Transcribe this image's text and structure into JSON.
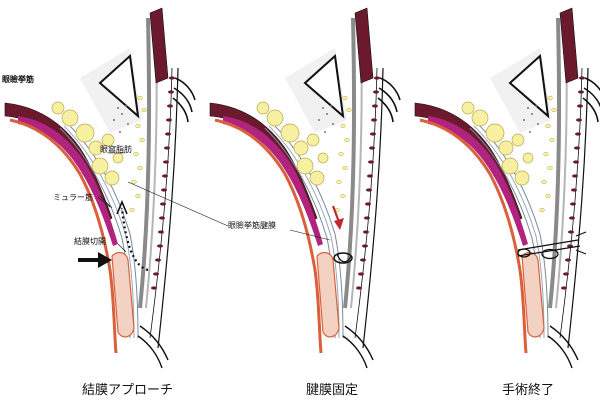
{
  "panels": [
    {
      "caption": "結膜アプローチ"
    },
    {
      "caption": "腱膜固定"
    },
    {
      "caption": "手術終了"
    }
  ],
  "labels": {
    "levator_muscle": "眼瞼挙筋",
    "orbital_fat": "眼窩脂肪",
    "muller_muscle": "ミュラー筋",
    "conjunctival_incision": "結膜切開",
    "levator_aponeurosis": "眼瞼挙筋腱膜"
  },
  "colors": {
    "levator": "#6b1a2e",
    "muller": "#b0237f",
    "orange_layer": "#d9603a",
    "fat": "#f7f0a0",
    "fat_stroke": "#b9a94a",
    "tarsus": "#f3d2c4",
    "gray_layer": "#8a8a8a",
    "arrow_red": "#c1272d"
  }
}
